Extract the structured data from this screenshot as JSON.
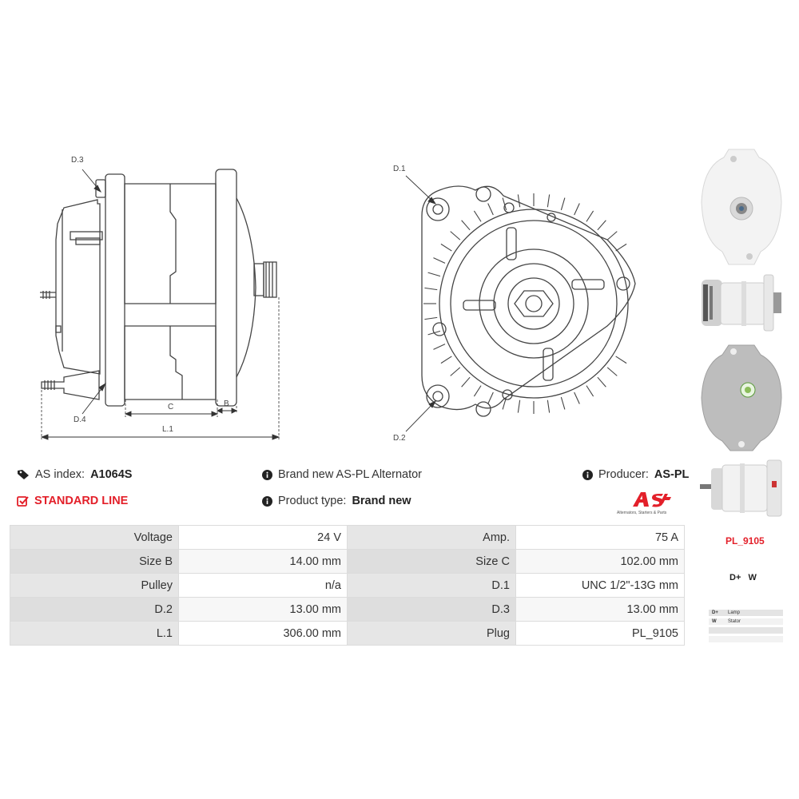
{
  "drawing_labels": {
    "d3": "D.3",
    "d4": "D.4",
    "c": "C",
    "b": "B",
    "l1": "L.1",
    "d1": "D.1",
    "d2": "D.2"
  },
  "info": {
    "as_index_label": "AS index:",
    "as_index_value": "A1064S",
    "standard_line": "STANDARD LINE",
    "brand_text": "Brand new AS-PL Alternator",
    "product_type_label": "Product type:",
    "product_type_value": "Brand new",
    "producer_label": "Producer:",
    "producer_value": "AS-PL",
    "logo_tagline": "Alternators, Starters & Parts",
    "icons": {
      "tag": "tag-icon",
      "check": "checkbox-icon",
      "info": "info-icon"
    },
    "colors": {
      "accent_red": "#e3202a",
      "label_bg": "#e6e6e6"
    }
  },
  "specs": [
    {
      "l1": "Voltage",
      "v1": "24 V",
      "l2": "Amp.",
      "v2": "75 A"
    },
    {
      "l1": "Size B",
      "v1": "14.00 mm",
      "l2": "Size C",
      "v2": "102.00 mm"
    },
    {
      "l1": "Pulley",
      "v1": "n/a",
      "l2": "D.1",
      "v2": "UNC 1/2\"-13G mm"
    },
    {
      "l1": "D.2",
      "v1": "13.00 mm",
      "l2": "D.3",
      "v2": "13.00 mm"
    },
    {
      "l1": "L.1",
      "v1": "306.00 mm",
      "l2": "Plug",
      "v2": "PL_9105"
    }
  ],
  "plug": {
    "code": "PL_9105",
    "terminals": "D+   W",
    "pins": [
      {
        "pin": "D+",
        "desc": "Lamp"
      },
      {
        "pin": "W",
        "desc": "Stator"
      },
      {
        "pin": "",
        "desc": ""
      },
      {
        "pin": "",
        "desc": ""
      }
    ]
  }
}
